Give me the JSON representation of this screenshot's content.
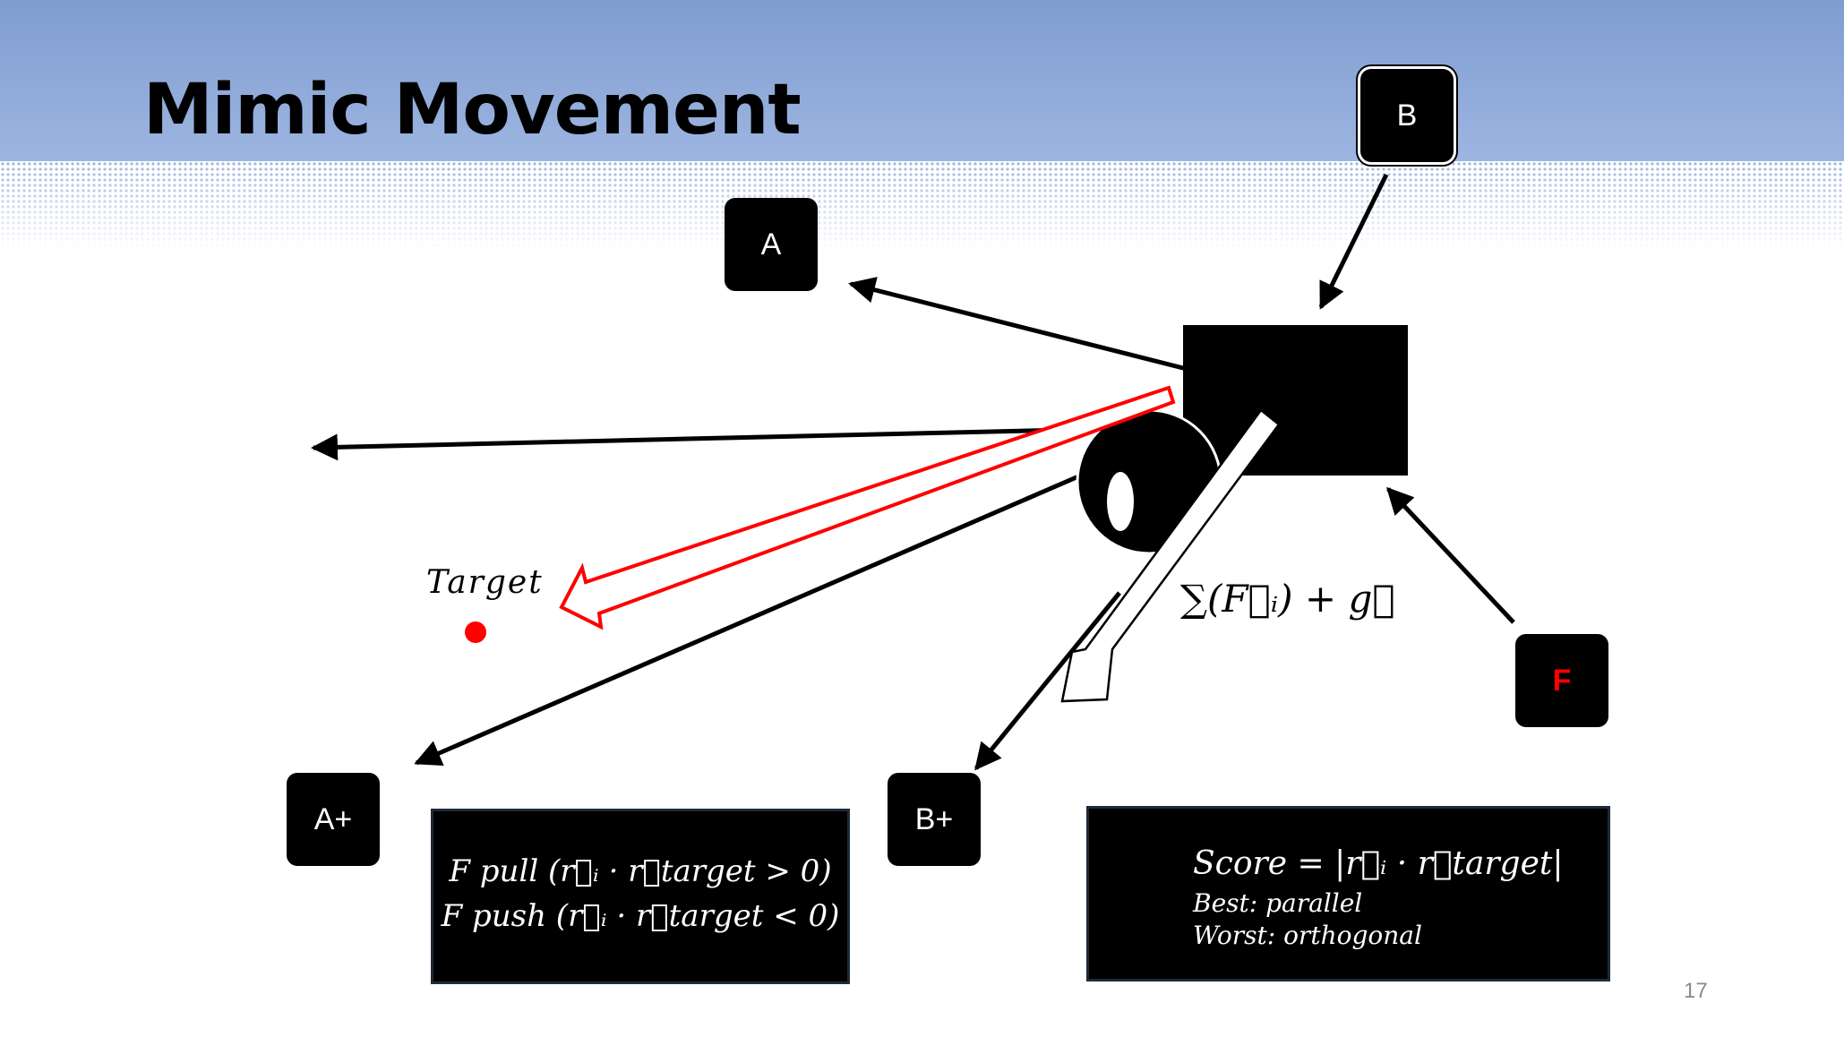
{
  "slide": {
    "title": "Mimic Movement",
    "page_number": "17"
  },
  "nodes": {
    "a": "A",
    "b": "B",
    "a_plus": "A+",
    "b_plus": "B+",
    "f": "F"
  },
  "labels": {
    "target": "Target",
    "force_sum": "∑(F⃗ᵢ) + g⃗"
  },
  "formulas": {
    "pull": "F pull (r⃗ᵢ · r⃗target > 0)",
    "push": "F push (r⃗ᵢ · r⃗target < 0)",
    "score": "Score = |r⃗ᵢ · r⃗target|",
    "best": "Best: parallel",
    "worst": "Worst: orthogonal"
  },
  "colors": {
    "header": "#8fa9da",
    "accent_red": "#ff0000",
    "box": "#000000"
  }
}
